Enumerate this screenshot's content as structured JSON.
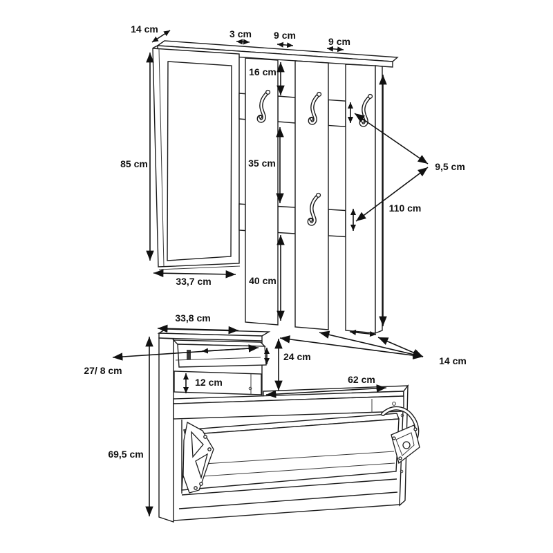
{
  "drawing": {
    "unit_suffix": "cm"
  },
  "dim_labels": {
    "shelf_depth": "14 cm",
    "gap_mirror_to_slat": "3 cm",
    "slat_width_a": "9 cm",
    "slat_width_b": "9 cm",
    "top_to_hook": "16 cm",
    "mirror_height": "85 cm",
    "hook_to_hook": "35 cm",
    "hook_height": "9,5 cm",
    "panel_height": "110 cm",
    "hook_to_bottom": "40 cm",
    "mirror_width": "33,7 cm",
    "console_width": "33,8 cm",
    "drawer_depth_front": "27/ 8 cm",
    "panel_to_bench": "24 cm",
    "niche_height": "12 cm",
    "bench_width": "62 cm",
    "panel_bottom_depth": "14 cm",
    "bench_height": "69,5 cm"
  }
}
